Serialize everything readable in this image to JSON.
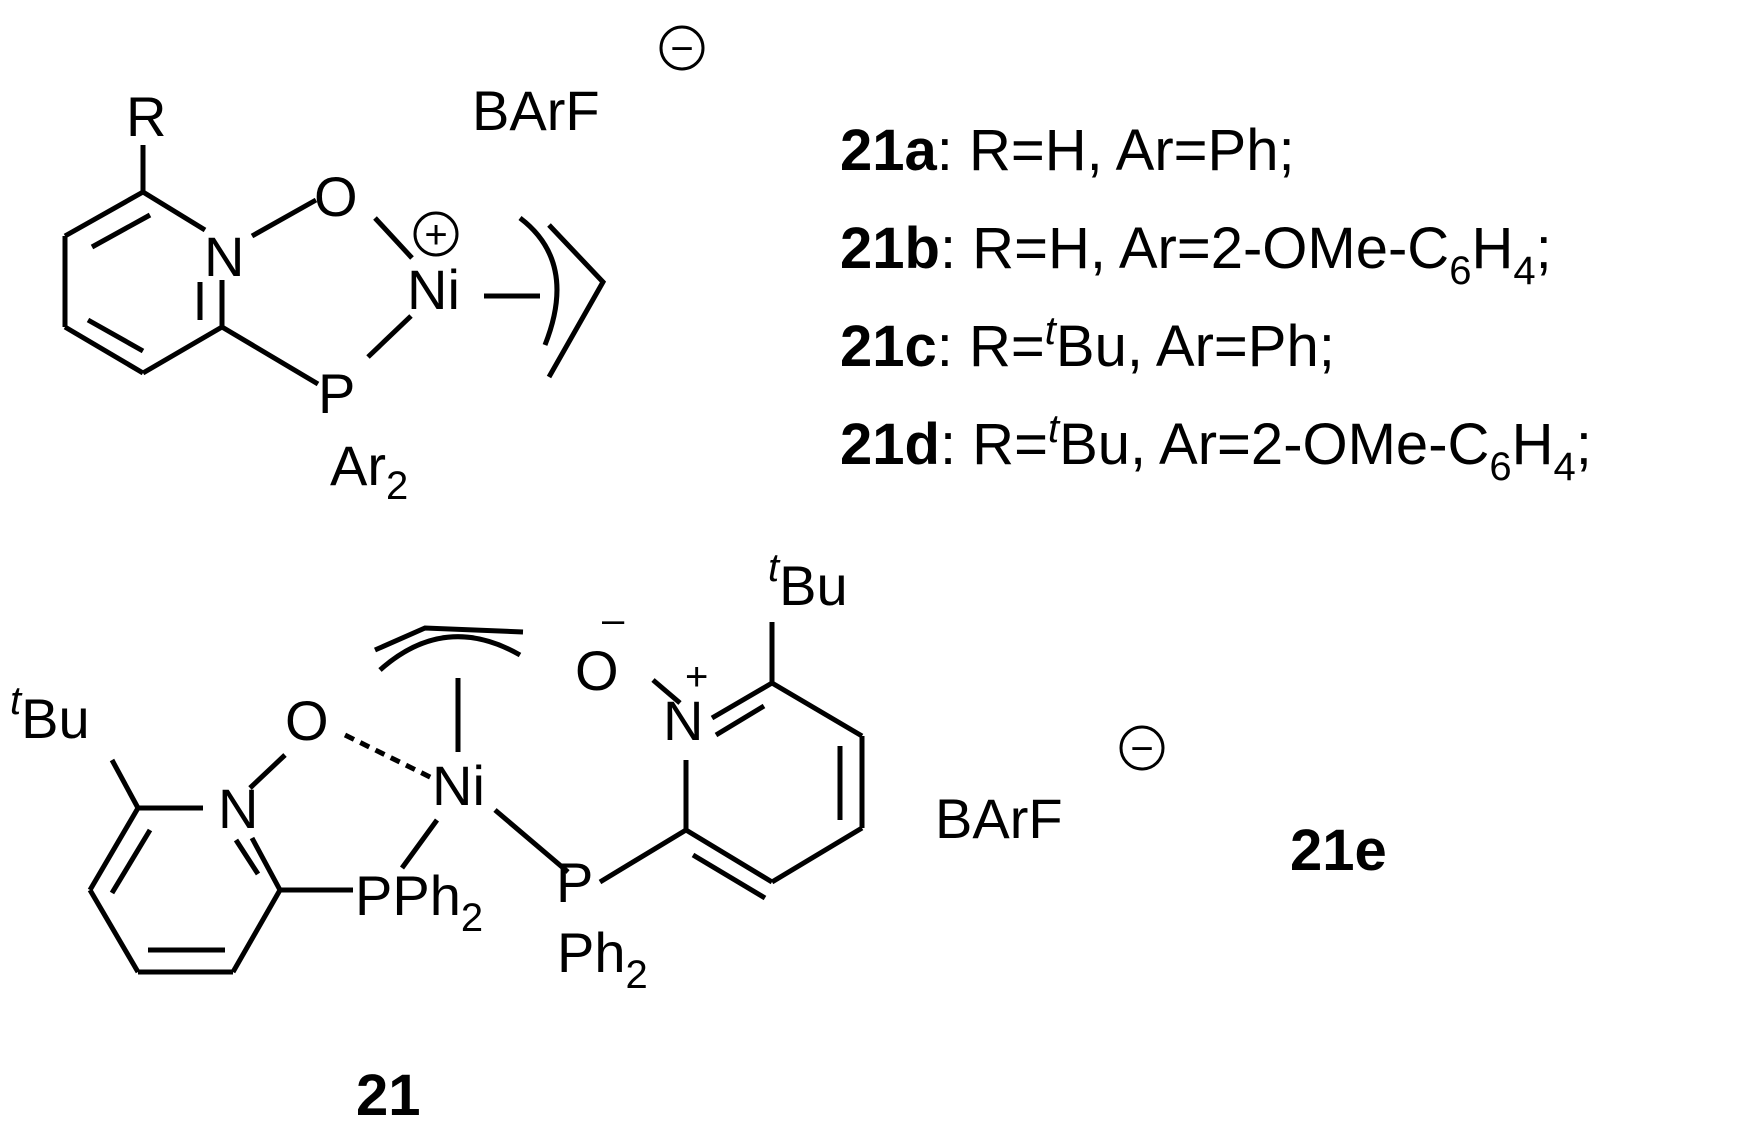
{
  "top_complex": {
    "r_label": "R",
    "atoms": {
      "n": "N",
      "o": "O",
      "ni": "Ni",
      "p": "P"
    },
    "ar2": {
      "base": "Ar",
      "sub": "2"
    },
    "charge": "+",
    "counterion": "BArF",
    "anion_charge": "−"
  },
  "variants": [
    {
      "id": "21a",
      "r_prefix": ": R=H",
      "r_sup": "",
      "r_rest": "",
      "ar_text": ", Ar=Ph",
      "sub": "",
      "after_sub": "",
      "end": ";"
    },
    {
      "id": "21b",
      "r_prefix": ": R=H",
      "r_sup": "",
      "r_rest": "",
      "ar_text": ", Ar=2-OMe-C",
      "sub": "6",
      "after_sub": "H",
      "sub2": "4",
      "end": ";"
    },
    {
      "id": "21c",
      "r_prefix": ": R=",
      "r_sup": "t",
      "r_rest": "Bu",
      "ar_text": ", Ar=Ph",
      "sub": "",
      "after_sub": "",
      "end": ";"
    },
    {
      "id": "21d",
      "r_prefix": ": R=",
      "r_sup": "t",
      "r_rest": "Bu",
      "ar_text": ", Ar=2-OMe-C",
      "sub": "6",
      "after_sub": "H",
      "sub2": "4",
      "end": ";"
    }
  ],
  "bottom_complex": {
    "tbu_left": {
      "sup": "t",
      "base": "Bu"
    },
    "tbu_right": {
      "sup": "t",
      "base": "Bu"
    },
    "atoms": {
      "o_left": "O",
      "n_left": "N",
      "ni": "Ni",
      "o_right": "O",
      "n_right": "N",
      "p_right": "P"
    },
    "o_right_charge": "–",
    "n_right_charge": "+",
    "pph2_left": {
      "base": "PPh",
      "sub": "2"
    },
    "ph2_right": {
      "base": "Ph",
      "sub": "2"
    },
    "counterion": "BArF",
    "anion_charge": "−",
    "label": "21e"
  },
  "scheme_label": "21"
}
